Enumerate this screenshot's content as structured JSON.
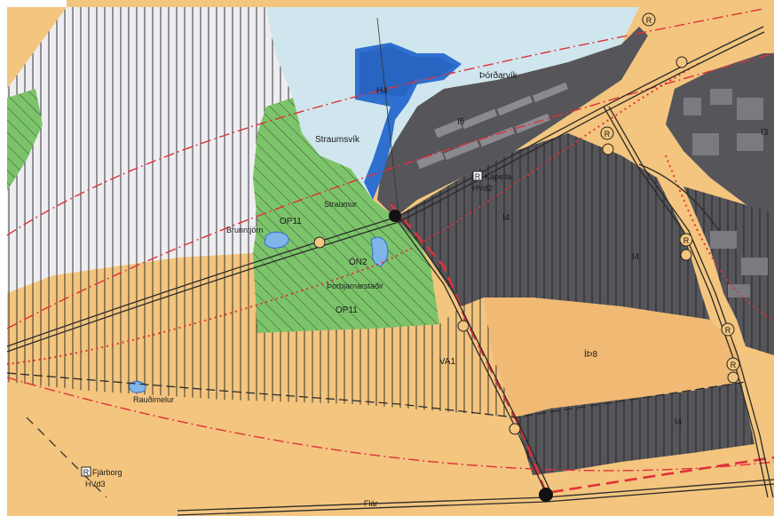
{
  "colors": {
    "sea": "#cfe6ee",
    "harbor": "#2f6fd0",
    "harbor_dark": "#1d4fa6",
    "green": "#7cc46a",
    "yellow": "#f3c57e",
    "dark_industrial": "#55555a",
    "mid_industrial": "#7a7a80",
    "white_area": "#eeeef2",
    "red_line": "#e0303a",
    "road": "#3a3a3a"
  },
  "labels": {
    "fjordarvik": "Þórðarvík",
    "h4": "H4",
    "i5": "I5",
    "straumsvik": "Straumsvík",
    "kapella": "Kapella",
    "hvd2": "HVd2",
    "straumur": "Straumur",
    "op11_top": "OP11",
    "brunntjorn": "Brunntjörn",
    "on2": "ÓN2",
    "thorbjarnarstadir": "Þorbjarnarstaðir",
    "op11_bottom": "OP11",
    "i4_mid": "I4",
    "i4_right": "I4",
    "i4_bottom": "I4",
    "i3": "I3",
    "ip8": "ÍÞ8",
    "va1": "VA1",
    "raudimelur": "Rauðimelur",
    "fjarborg": "Fjárborg",
    "hvd3": "HVd3",
    "flar": "Flár"
  },
  "symbols": {
    "roundabout": "R",
    "pin": "R"
  }
}
